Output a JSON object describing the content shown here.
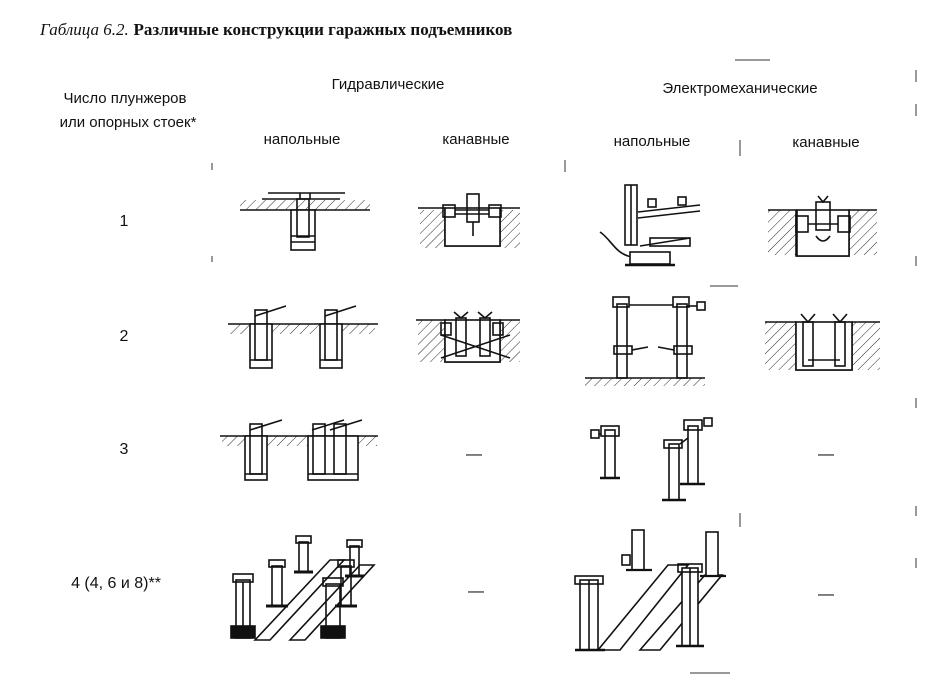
{
  "title": {
    "prefix": "Габлица 6.2.",
    "text": "Различные конструкции гаражных подъемников"
  },
  "header": {
    "first_col_line1": "Число плунжеров",
    "first_col_line2": "или опорных стоек*",
    "groups": {
      "hydraulic": "Гидравлические",
      "electromechanical": "Электромеханические"
    },
    "subcols": {
      "hydraulic_floor": "напольные",
      "hydraulic_pit": "канавные",
      "electro_floor": "напольные",
      "electro_pit": "канавные"
    }
  },
  "rows": [
    {
      "label": "1"
    },
    {
      "label": "2"
    },
    {
      "label": "3",
      "hydraulic_pit": "—",
      "electro_pit": "—"
    },
    {
      "label": "4 (4, 6 и 8)**",
      "hydraulic_pit": "—",
      "electro_pit": "—"
    }
  ],
  "icons": [
    "hydraulic-floor-lift-1-icon",
    "hydraulic-pit-lift-1-icon",
    "electro-floor-lift-1-icon",
    "electro-pit-lift-1-icon",
    "hydraulic-floor-lift-2-icon",
    "hydraulic-pit-lift-2-icon",
    "electro-floor-lift-2-icon",
    "electro-pit-lift-2-icon",
    "hydraulic-floor-lift-3-icon",
    "electro-floor-lift-3-icon",
    "hydraulic-floor-lift-4-icon",
    "electro-floor-lift-4-icon"
  ]
}
